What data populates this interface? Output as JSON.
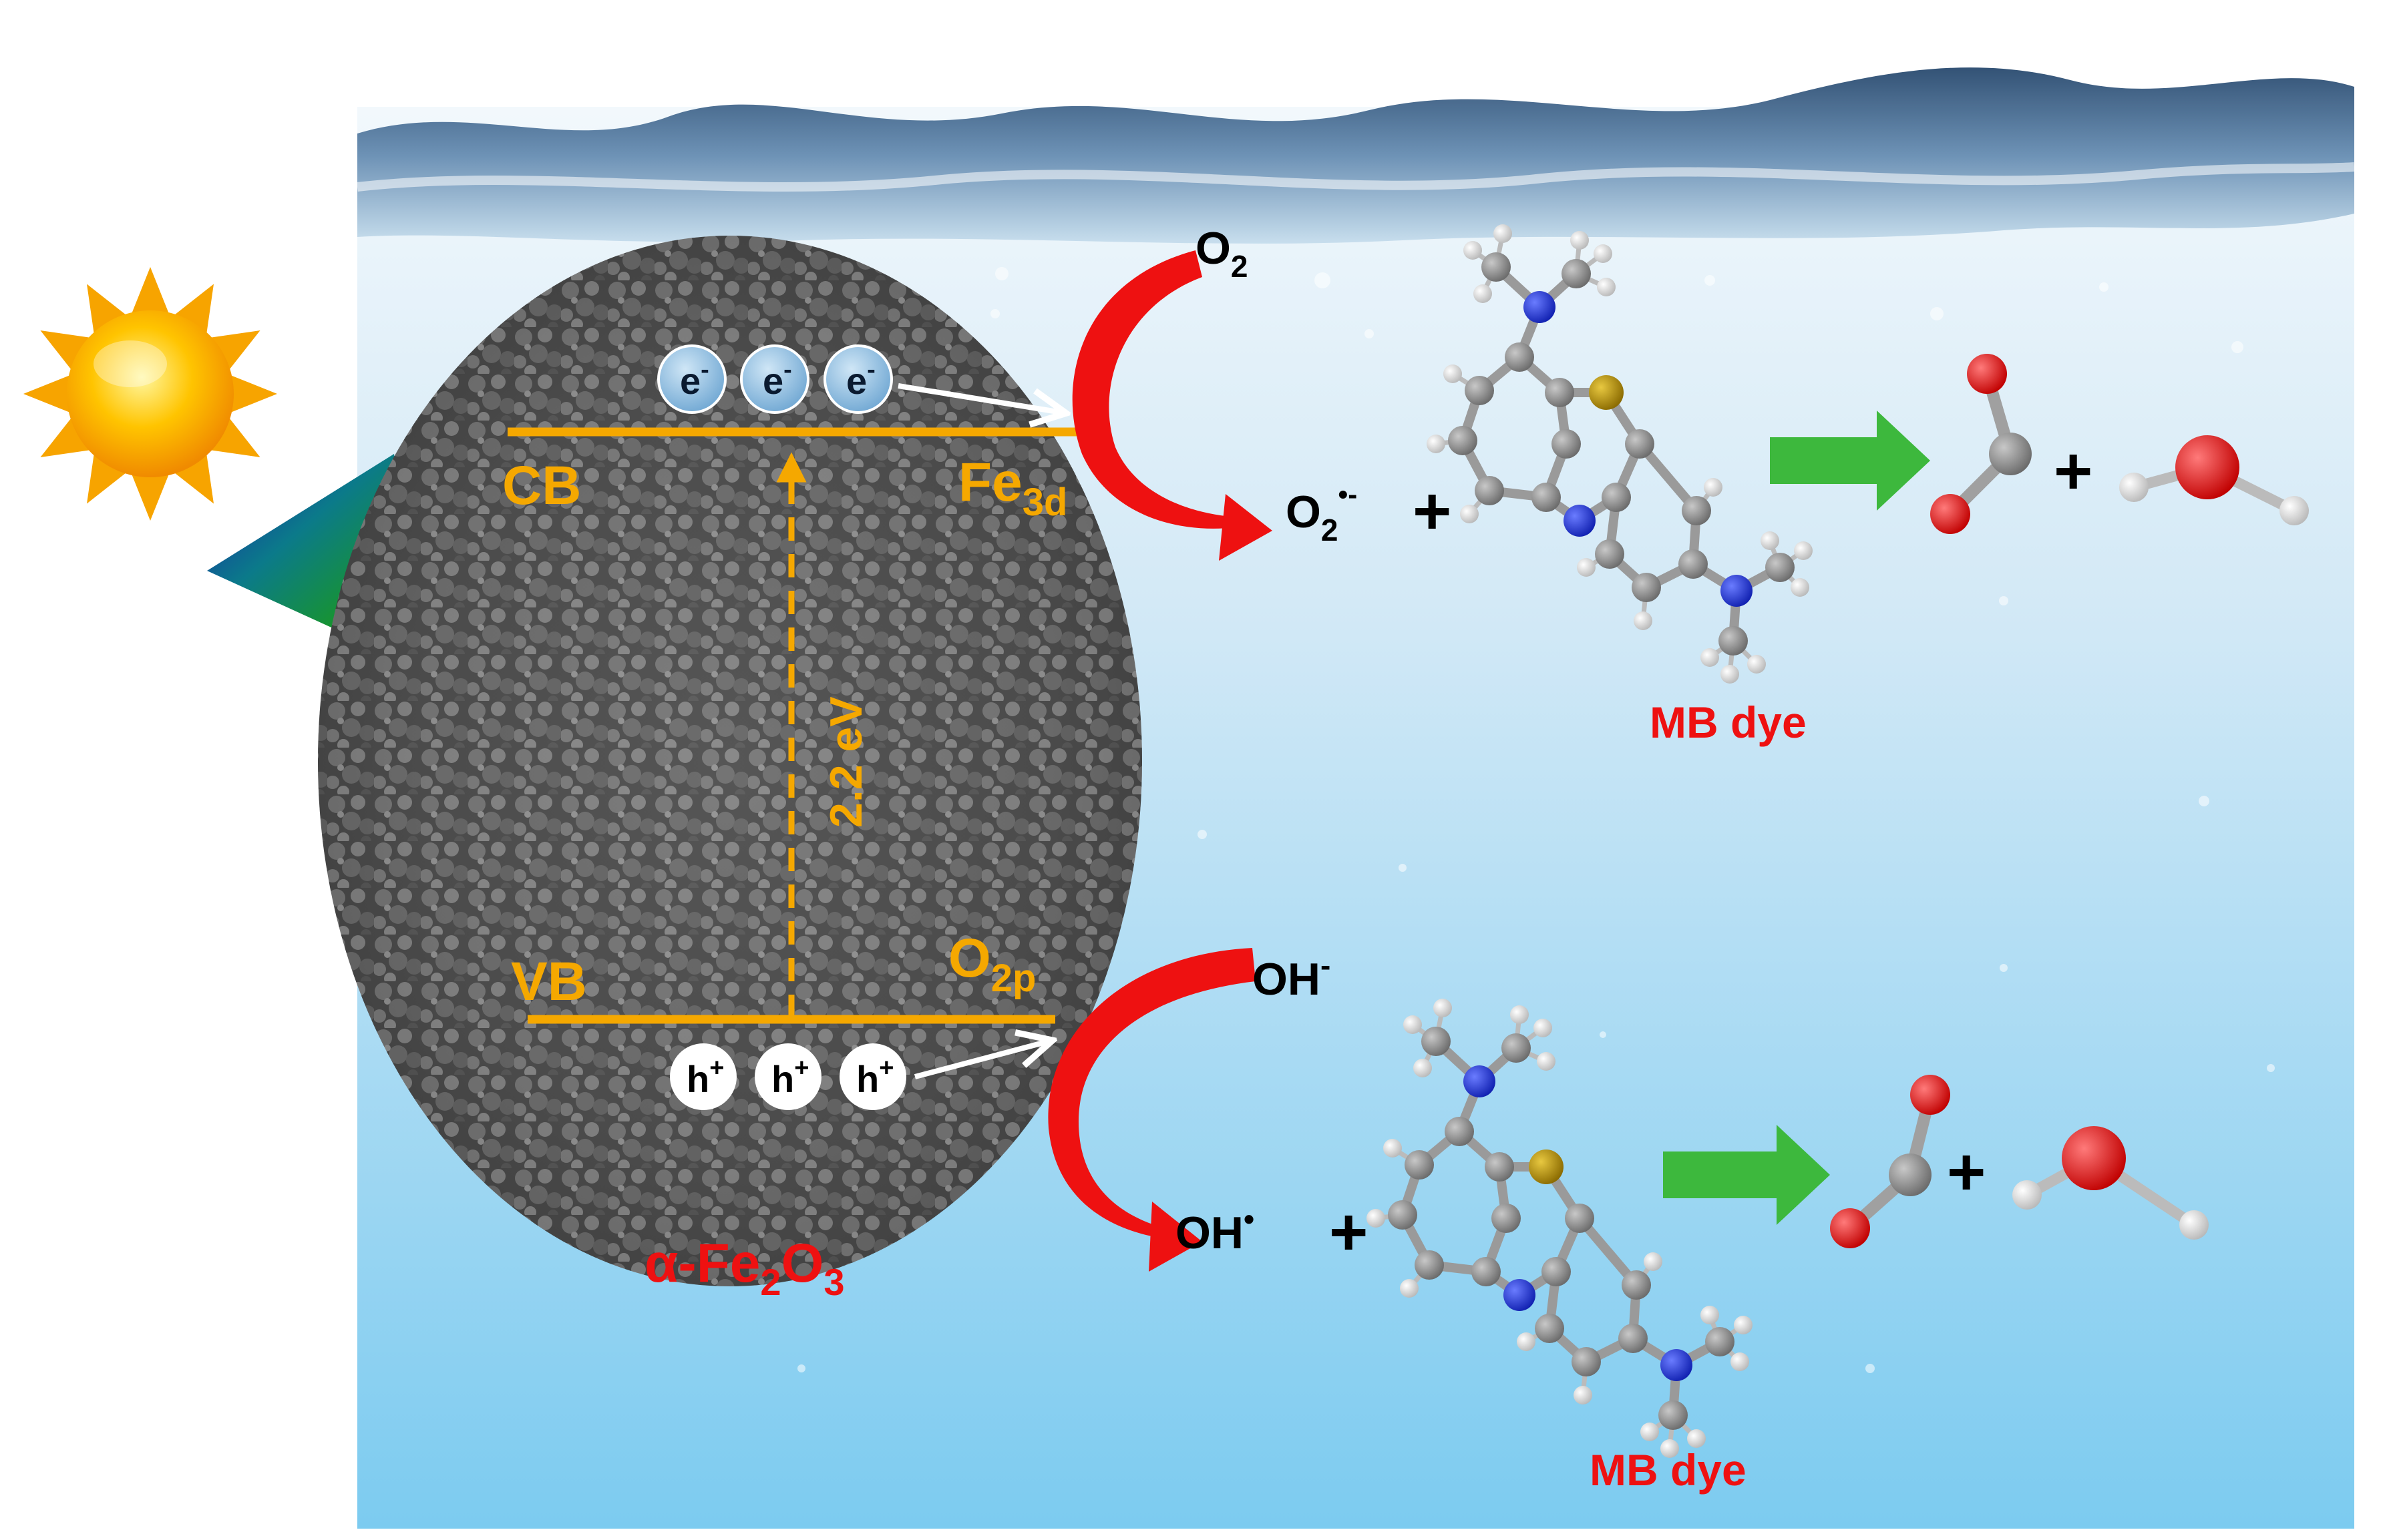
{
  "band": {
    "cb_label": "CB",
    "vb_label": "VB",
    "cb_orbital_main": "Fe",
    "cb_orbital_sub": "3d",
    "vb_orbital_main": "O",
    "vb_orbital_sub": "2p",
    "gap_label": "2.2 eV",
    "electron_main": "e",
    "electron_sup": "-",
    "hole_main": "h",
    "hole_sup": "+"
  },
  "catalyst": {
    "prefix": "α-Fe",
    "sub1": "2",
    "mid": "O",
    "sub2": "3"
  },
  "reactions": {
    "o2_main": "O",
    "o2_sub": "2",
    "superoxide_main": "O",
    "superoxide_sub": "2",
    "superoxide_sup": "•-",
    "hydroxide_main": "OH",
    "hydroxide_sup": "-",
    "hydroxyl_main": "OH",
    "hydroxyl_sup": "•",
    "plus": "+"
  },
  "dye": {
    "top_label": "MB dye",
    "bottom_label": "MB dye"
  },
  "colors": {
    "band_orange": "#F5A800",
    "arrow_red": "#EE1111",
    "arrow_green": "#3DB83D",
    "label_red": "#EE1111",
    "electron_blue": "#7FB6DE",
    "carbon_gray": "#8A8A8A",
    "nitrogen_blue": "#1A2FD6",
    "sulfur_yellow": "#B38A00",
    "hydrogen_white": "#EDEDED",
    "oxygen_red": "#E01010"
  },
  "icons": [
    "sun-icon",
    "light-bolt-icon"
  ]
}
